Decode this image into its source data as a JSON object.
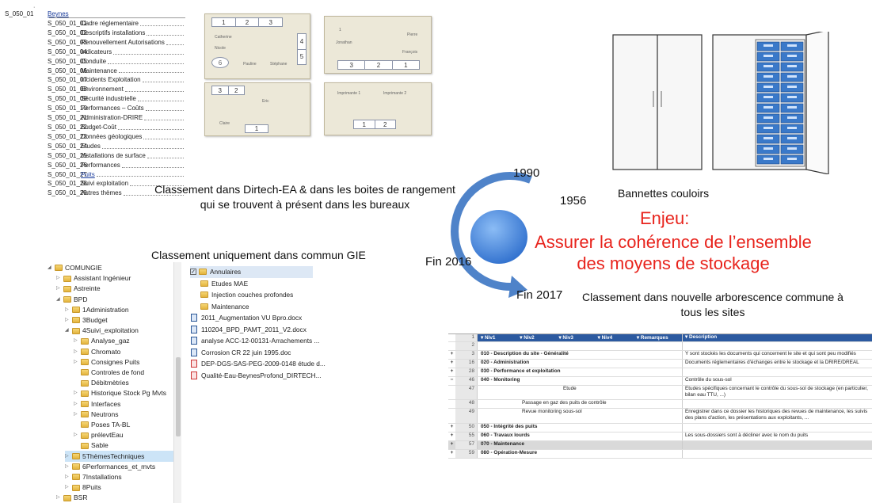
{
  "arborescence": {
    "dot": "·",
    "root_code": "S_050_01",
    "root_title": "Beynes",
    "items": [
      {
        "code": "S_050_01_01",
        "title": "Cadre réglementaire",
        "link": false
      },
      {
        "code": "S_050_01_02",
        "title": "Descriptifs installations",
        "link": false
      },
      {
        "code": "S_050_01_03",
        "title": "Renouvellement Autorisations",
        "link": false
      },
      {
        "code": "S_050_01_04",
        "title": "Indicateurs",
        "link": false
      },
      {
        "code": "S_050_01_05",
        "title": "Conduite",
        "link": false
      },
      {
        "code": "S_050_01_06",
        "title": "Maintenance",
        "link": false
      },
      {
        "code": "S_050_01_07",
        "title": "Incidents Exploitation",
        "link": false
      },
      {
        "code": "S_050_01_08",
        "title": "Environnement",
        "link": false
      },
      {
        "code": "S_050_01_09",
        "title": "Sécurité industrielle",
        "link": false
      },
      {
        "code": "S_050_01_10",
        "title": "Performances – Coûts",
        "link": false
      },
      {
        "code": "S_050_01_21",
        "title": "Administration-DRIRE",
        "link": false
      },
      {
        "code": "S_050_01_22",
        "title": "Budget-Coût",
        "link": false
      },
      {
        "code": "S_050_01_23",
        "title": "Données géologiques",
        "link": false
      },
      {
        "code": "S_050_01_24",
        "title": "Etudes",
        "link": false
      },
      {
        "code": "S_050_01_25",
        "title": "Installations de surface",
        "link": false
      },
      {
        "code": "S_050_01_26",
        "title": "Performances",
        "link": false
      },
      {
        "code": "S_050_01_27",
        "title": "Puits",
        "link": true
      },
      {
        "code": "S_050_01_28",
        "title": "Suivi exploitation",
        "link": false
      },
      {
        "code": "S_050_01_29",
        "title": "Autres thèmes",
        "link": false
      }
    ]
  },
  "plans": {
    "p1": {
      "top": [
        "1",
        "2",
        "3"
      ],
      "right": [
        "4",
        "5"
      ],
      "oval": "6",
      "names": [
        "Catherine",
        "Nicole",
        "Pauline",
        "Stéphane"
      ]
    },
    "p2": {
      "bottom": [
        "3",
        "2",
        "1"
      ],
      "names": [
        "1",
        "Pierre",
        "Jonathan",
        "François"
      ]
    },
    "p3": {
      "top": [
        "3",
        "2"
      ],
      "bottom": "1",
      "names": [
        "Eric",
        "Claire"
      ]
    },
    "p4": {
      "bottom": [
        "1",
        "2"
      ],
      "names": [
        "Imprimante 1",
        "Imprimante 2"
      ]
    }
  },
  "captions": {
    "dirtech": "Classement dans Dirtech-EA & dans les boites de rangement qui se trouvent à présent dans les bureaux",
    "gie": "Classement uniquement dans commun GIE",
    "bannettes": "Bannettes couloirs",
    "nouvelle": "Classement dans nouvelle arborescence commune à tous les sites"
  },
  "timeline": {
    "y1990": "1990",
    "y1956": "1956",
    "fin2016": "Fin 2016",
    "fin2017": "Fin 2017"
  },
  "enjeu": {
    "title": "Enjeu:",
    "line1": "Assurer la cohérence de l’ensemble",
    "line2": "des moyens de stockage"
  },
  "tree": [
    {
      "label": "COMUNGIE",
      "level": 0,
      "arrow": "◢",
      "sel": false
    },
    {
      "label": "Assistant Ingénieur",
      "level": 1,
      "arrow": "▷",
      "sel": false
    },
    {
      "label": "Astreinte",
      "level": 1,
      "arrow": "▷",
      "sel": false
    },
    {
      "label": "BPD",
      "level": 1,
      "arrow": "◢",
      "sel": false
    },
    {
      "label": "1Administration",
      "level": 2,
      "arrow": "▷",
      "sel": false
    },
    {
      "label": "3Budget",
      "level": 2,
      "arrow": "▷",
      "sel": false
    },
    {
      "label": "4Suivi_exploitation",
      "level": 2,
      "arrow": "◢",
      "sel": false
    },
    {
      "label": "Analyse_gaz",
      "level": 3,
      "arrow": "▷",
      "sel": false
    },
    {
      "label": "Chromato",
      "level": 3,
      "arrow": "▷",
      "sel": false
    },
    {
      "label": "Consignes Puits",
      "level": 3,
      "arrow": "▷",
      "sel": false
    },
    {
      "label": "Controles de fond",
      "level": 3,
      "arrow": "",
      "sel": false
    },
    {
      "label": "Débitmètries",
      "level": 3,
      "arrow": "",
      "sel": false
    },
    {
      "label": "Historique Stock Pg Mvts",
      "level": 3,
      "arrow": "▷",
      "sel": false
    },
    {
      "label": "Interfaces",
      "level": 3,
      "arrow": "▷",
      "sel": false
    },
    {
      "label": "Neutrons",
      "level": 3,
      "arrow": "▷",
      "sel": false
    },
    {
      "label": "Poses TA-BL",
      "level": 3,
      "arrow": "",
      "sel": false
    },
    {
      "label": "prélevtEau",
      "level": 3,
      "arrow": "▷",
      "sel": false
    },
    {
      "label": "Sable",
      "level": 3,
      "arrow": "",
      "sel": false
    },
    {
      "label": "5ThèmesTechniques",
      "level": 2,
      "arrow": "▷",
      "sel": true
    },
    {
      "label": "6Performances_et_mvts",
      "level": 2,
      "arrow": "▷",
      "sel": false
    },
    {
      "label": "7Installations",
      "level": 2,
      "arrow": "▷",
      "sel": false
    },
    {
      "label": "8Puits",
      "level": 2,
      "arrow": "▷",
      "sel": false
    },
    {
      "label": "BSR",
      "level": 1,
      "arrow": "▷",
      "sel": false
    }
  ],
  "files": [
    {
      "label": "Annulaires",
      "kind": "folder-chk"
    },
    {
      "label": "Etudes MAE",
      "kind": "folder"
    },
    {
      "label": "Injection couches profondes",
      "kind": "folder"
    },
    {
      "label": "Maintenance",
      "kind": "folder"
    },
    {
      "label": "2011_Augmentation VU Bpro.docx",
      "kind": "doc"
    },
    {
      "label": "110204_BPD_PAMT_2011_V2.docx",
      "kind": "doc"
    },
    {
      "label": "analyse ACC-12-00131-Arrachements ...",
      "kind": "doc"
    },
    {
      "label": "Corrosion CR 22 juin 1995.doc",
      "kind": "doc"
    },
    {
      "label": "DEP-DGS-SAS-PEG-2009-0148 étude d...",
      "kind": "pdf"
    },
    {
      "label": "Qualité-Eau-BeynesProfond_DIRTECH...",
      "kind": "pdf"
    }
  ],
  "sheet": {
    "headers": {
      "niv1": "Niv1",
      "niv2": "Niv2",
      "niv3": "Niv3",
      "niv4": "Niv4",
      "remarques": "Remarques",
      "description": "Description"
    },
    "rows": [
      {
        "pm": "",
        "rn": "1",
        "ind": 0,
        "item": "",
        "desc": "",
        "hdr": true,
        "bold": false,
        "gray": false
      },
      {
        "pm": "",
        "rn": "2",
        "ind": 0,
        "item": "",
        "desc": "",
        "hdr": false,
        "bold": false,
        "gray": false
      },
      {
        "pm": "+",
        "rn": "3",
        "ind": 0,
        "item": "010 - Description du site - Généralité",
        "desc": "Y sont stockés les documents qui concernent le site et qui sont peu modifiés",
        "hdr": false,
        "bold": true,
        "gray": false
      },
      {
        "pm": "+",
        "rn": "16",
        "ind": 0,
        "item": "020 - Administration",
        "desc": "Documents réglementaires d'échanges entre le stockage et la DRIRE/DREAL",
        "hdr": false,
        "bold": true,
        "gray": false
      },
      {
        "pm": "+",
        "rn": "28",
        "ind": 0,
        "item": "030 - Performance et exploitation",
        "desc": "",
        "hdr": false,
        "bold": true,
        "gray": false
      },
      {
        "pm": "−",
        "rn": "46",
        "ind": 0,
        "item": "040 - Monitoring",
        "desc": "Contrôle du sous-sol",
        "hdr": false,
        "bold": true,
        "gray": false
      },
      {
        "pm": "",
        "rn": "47",
        "ind": 2,
        "item": "Etude",
        "desc": "Etudes spécifiques concernant le contrôle du sous-sol de stockage (en particulier, bilan eau TTU, ...)",
        "hdr": false,
        "bold": false,
        "gray": false
      },
      {
        "pm": "",
        "rn": "48",
        "ind": 1,
        "item": "Passage en gaz des puits de contrôle",
        "desc": "",
        "hdr": false,
        "bold": false,
        "gray": false
      },
      {
        "pm": "",
        "rn": "49",
        "ind": 1,
        "item": "Revue monitoring sous-sol",
        "desc": "Enregistrer dans ce dossier les historiques des revues de maintenance, les suivis des plans d'action, les présentations aux exploitants, ...",
        "hdr": false,
        "bold": false,
        "gray": false
      },
      {
        "pm": "+",
        "rn": "50",
        "ind": 0,
        "item": "050 - Intégrité des puits",
        "desc": "",
        "hdr": false,
        "bold": true,
        "gray": false
      },
      {
        "pm": "+",
        "rn": "55",
        "ind": 0,
        "item": "060 - Travaux lourds",
        "desc": "Les sous-dossiers sont à décliner avec le nom du puits",
        "hdr": false,
        "bold": true,
        "gray": false
      },
      {
        "pm": "+",
        "rn": "57",
        "ind": 0,
        "item": "070 - Maintenance",
        "desc": "",
        "hdr": false,
        "bold": true,
        "gray": true
      },
      {
        "pm": "+",
        "rn": "59",
        "ind": 0,
        "item": "080 - Opération-Mesure",
        "desc": "",
        "hdr": false,
        "bold": true,
        "gray": false
      }
    ]
  },
  "colors": {
    "enjeu": "#e8231c",
    "circle": "#4d8fe0",
    "arrow": "#4f83c9",
    "header": "#2c5aa0",
    "drawer": "#3a79c9"
  }
}
